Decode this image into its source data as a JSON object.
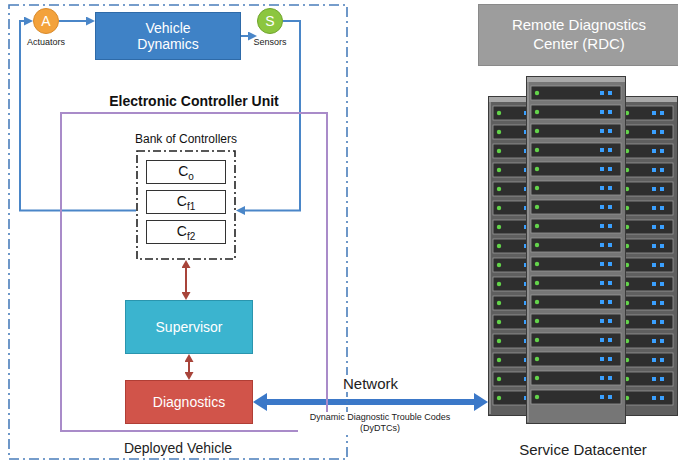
{
  "diagram": {
    "nodes": [
      {
        "text": [
          "Deployed Vehicle"
        ]
      },
      {
        "text": [
          "A",
          "Actuators"
        ],
        "in": 0
      },
      {
        "text": [
          "Vehicle Dynamics"
        ],
        "in": 0
      },
      {
        "text": [
          "S",
          "Sensors"
        ],
        "in": 0
      },
      {
        "text": [
          "Electronic Controller Unit"
        ],
        "in": 0
      },
      {
        "text": [
          "Bank of Controllers"
        ],
        "in": 4
      },
      {
        "text": [
          "C",
          "o"
        ],
        "in": 5
      },
      {
        "text": [
          "C",
          "f1"
        ],
        "in": 5
      },
      {
        "text": [
          "C",
          "f2"
        ],
        "in": 5
      },
      {
        "text": [
          "Supervisor"
        ],
        "in": 4
      },
      {
        "text": [
          "Diagnostics"
        ],
        "in": 4
      },
      {
        "text": [
          "Remote Diagnostics Center (RDC)"
        ]
      },
      {
        "text": [
          "Service Datacenter"
        ]
      }
    ],
    "edges": [
      {
        "from": 1,
        "to": 2,
        "arrow": "to"
      },
      {
        "from": 2,
        "to": 3,
        "arrow": "to"
      },
      {
        "from": 3,
        "to": 5,
        "arrow": "to"
      },
      {
        "from": 5,
        "to": 1,
        "arrow": "to"
      },
      {
        "from": 5,
        "to": 9,
        "arrow": "both"
      },
      {
        "from": 9,
        "to": 10,
        "arrow": "both"
      },
      {
        "from": 10,
        "to": 12,
        "label": "Network",
        "arrow": "both"
      }
    ],
    "labels": [
      "Dynamic Diagnostic Trouble Codes (DyDTCs)"
    ]
  }
}
